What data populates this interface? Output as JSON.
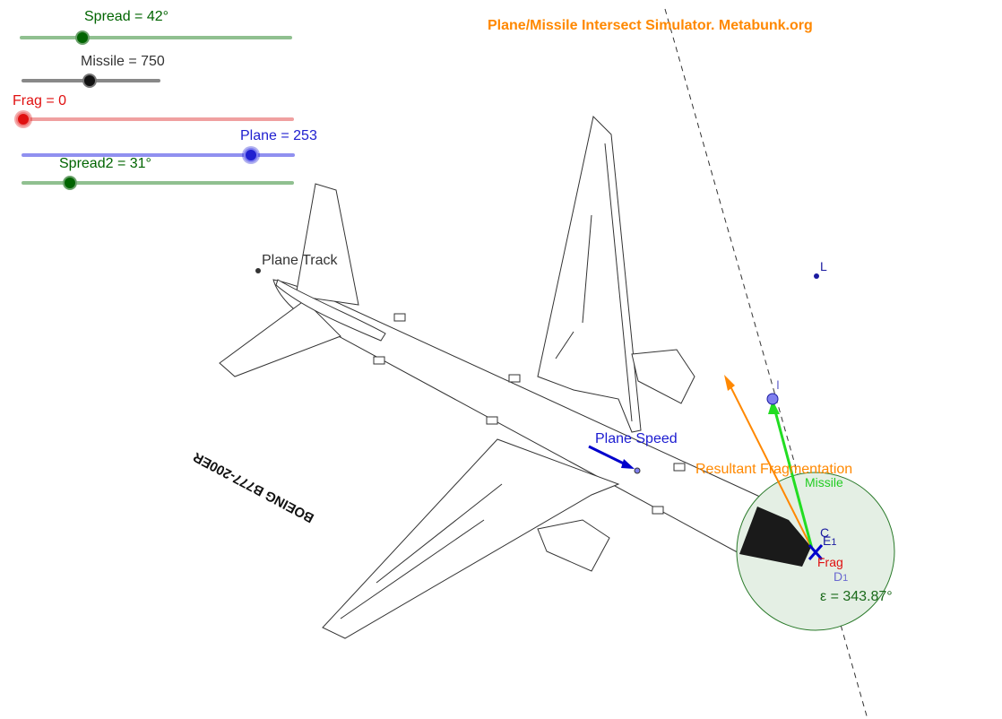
{
  "title": "Plane/Missile Intersect Simulator. Metabunk.org",
  "sliders": [
    {
      "label": "Spread = 42°",
      "color": "#006400",
      "track": "#90c090",
      "value": 0.23
    },
    {
      "label": "Missile = 750",
      "color": "#333333",
      "track": "#888888",
      "value": 0.5
    },
    {
      "label": "Frag = 0",
      "color": "#e01010",
      "track": "#f0a0a0",
      "value": 0.0
    },
    {
      "label": "Plane = 253",
      "color": "#2020d0",
      "track": "#9090f0",
      "value": 0.84
    },
    {
      "label": "Spread2 = 31°",
      "color": "#006400",
      "track": "#90c090",
      "value": 0.17
    }
  ],
  "labels": {
    "plane_track": "Plane Track",
    "plane_speed": "Plane Speed",
    "resultant": "Resultant Fragmentation",
    "missile": "Missile",
    "frag": "Frag",
    "point_l": "L",
    "point_i": "I",
    "point_c": "C",
    "point_e": "E",
    "point_e_sub": "1",
    "point_d": "D",
    "point_d_sub": "1",
    "epsilon": "ε = 343.87°",
    "aircraft_text": "BOEING B777-200ER"
  },
  "colors": {
    "orange": "#ff8800",
    "green_vec": "#22dd22",
    "blue": "#0000cc",
    "point": "#8080ee",
    "circle_fill": "#e4efe4",
    "circle_stroke": "#2a7a2a"
  }
}
